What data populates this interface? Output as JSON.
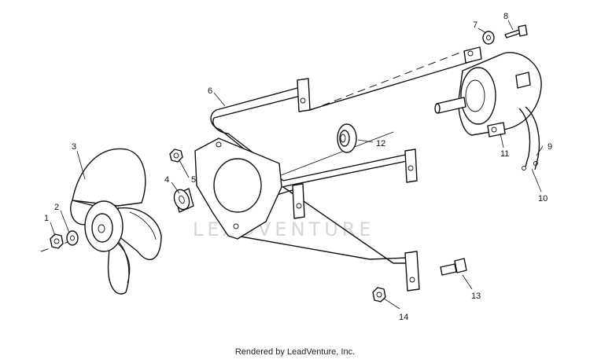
{
  "diagram": {
    "callouts": [
      {
        "id": "1",
        "label": "1"
      },
      {
        "id": "2",
        "label": "2"
      },
      {
        "id": "3",
        "label": "3"
      },
      {
        "id": "4",
        "label": "4"
      },
      {
        "id": "5",
        "label": "5"
      },
      {
        "id": "6",
        "label": "6"
      },
      {
        "id": "7",
        "label": "7"
      },
      {
        "id": "8",
        "label": "8"
      },
      {
        "id": "9",
        "label": "9"
      },
      {
        "id": "10",
        "label": "10"
      },
      {
        "id": "11",
        "label": "11"
      },
      {
        "id": "12",
        "label": "12"
      },
      {
        "id": "13",
        "label": "13"
      },
      {
        "id": "14",
        "label": "14"
      }
    ],
    "watermark": "LEADVENTURE"
  },
  "footer": {
    "text": "Rendered by LeadVenture, Inc."
  }
}
